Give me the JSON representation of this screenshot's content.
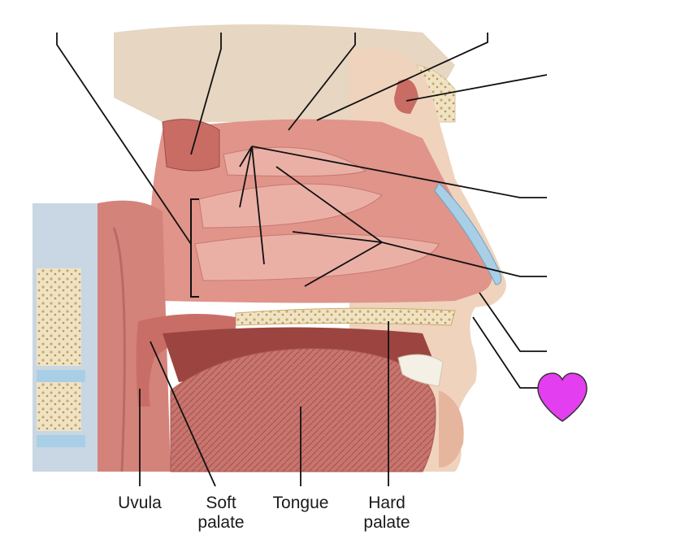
{
  "labels": {
    "uvula": "Uvula",
    "soft_palate_line1": "Soft",
    "soft_palate_line2": "palate",
    "tongue": "Tongue",
    "hard_palate_line1": "Hard",
    "hard_palate_line2": "palate"
  },
  "colors": {
    "tissue": "#d98a84",
    "tissue_dark": "#b4605c",
    "mucosa": "#e8a49a",
    "bone": "#efe3c4",
    "bone_spots": "#c9a96a",
    "cartilage": "#a9cfe6",
    "skin": "#efd3bd",
    "heart": "#e33ef0"
  },
  "icons": {
    "marker": "heart-icon"
  }
}
